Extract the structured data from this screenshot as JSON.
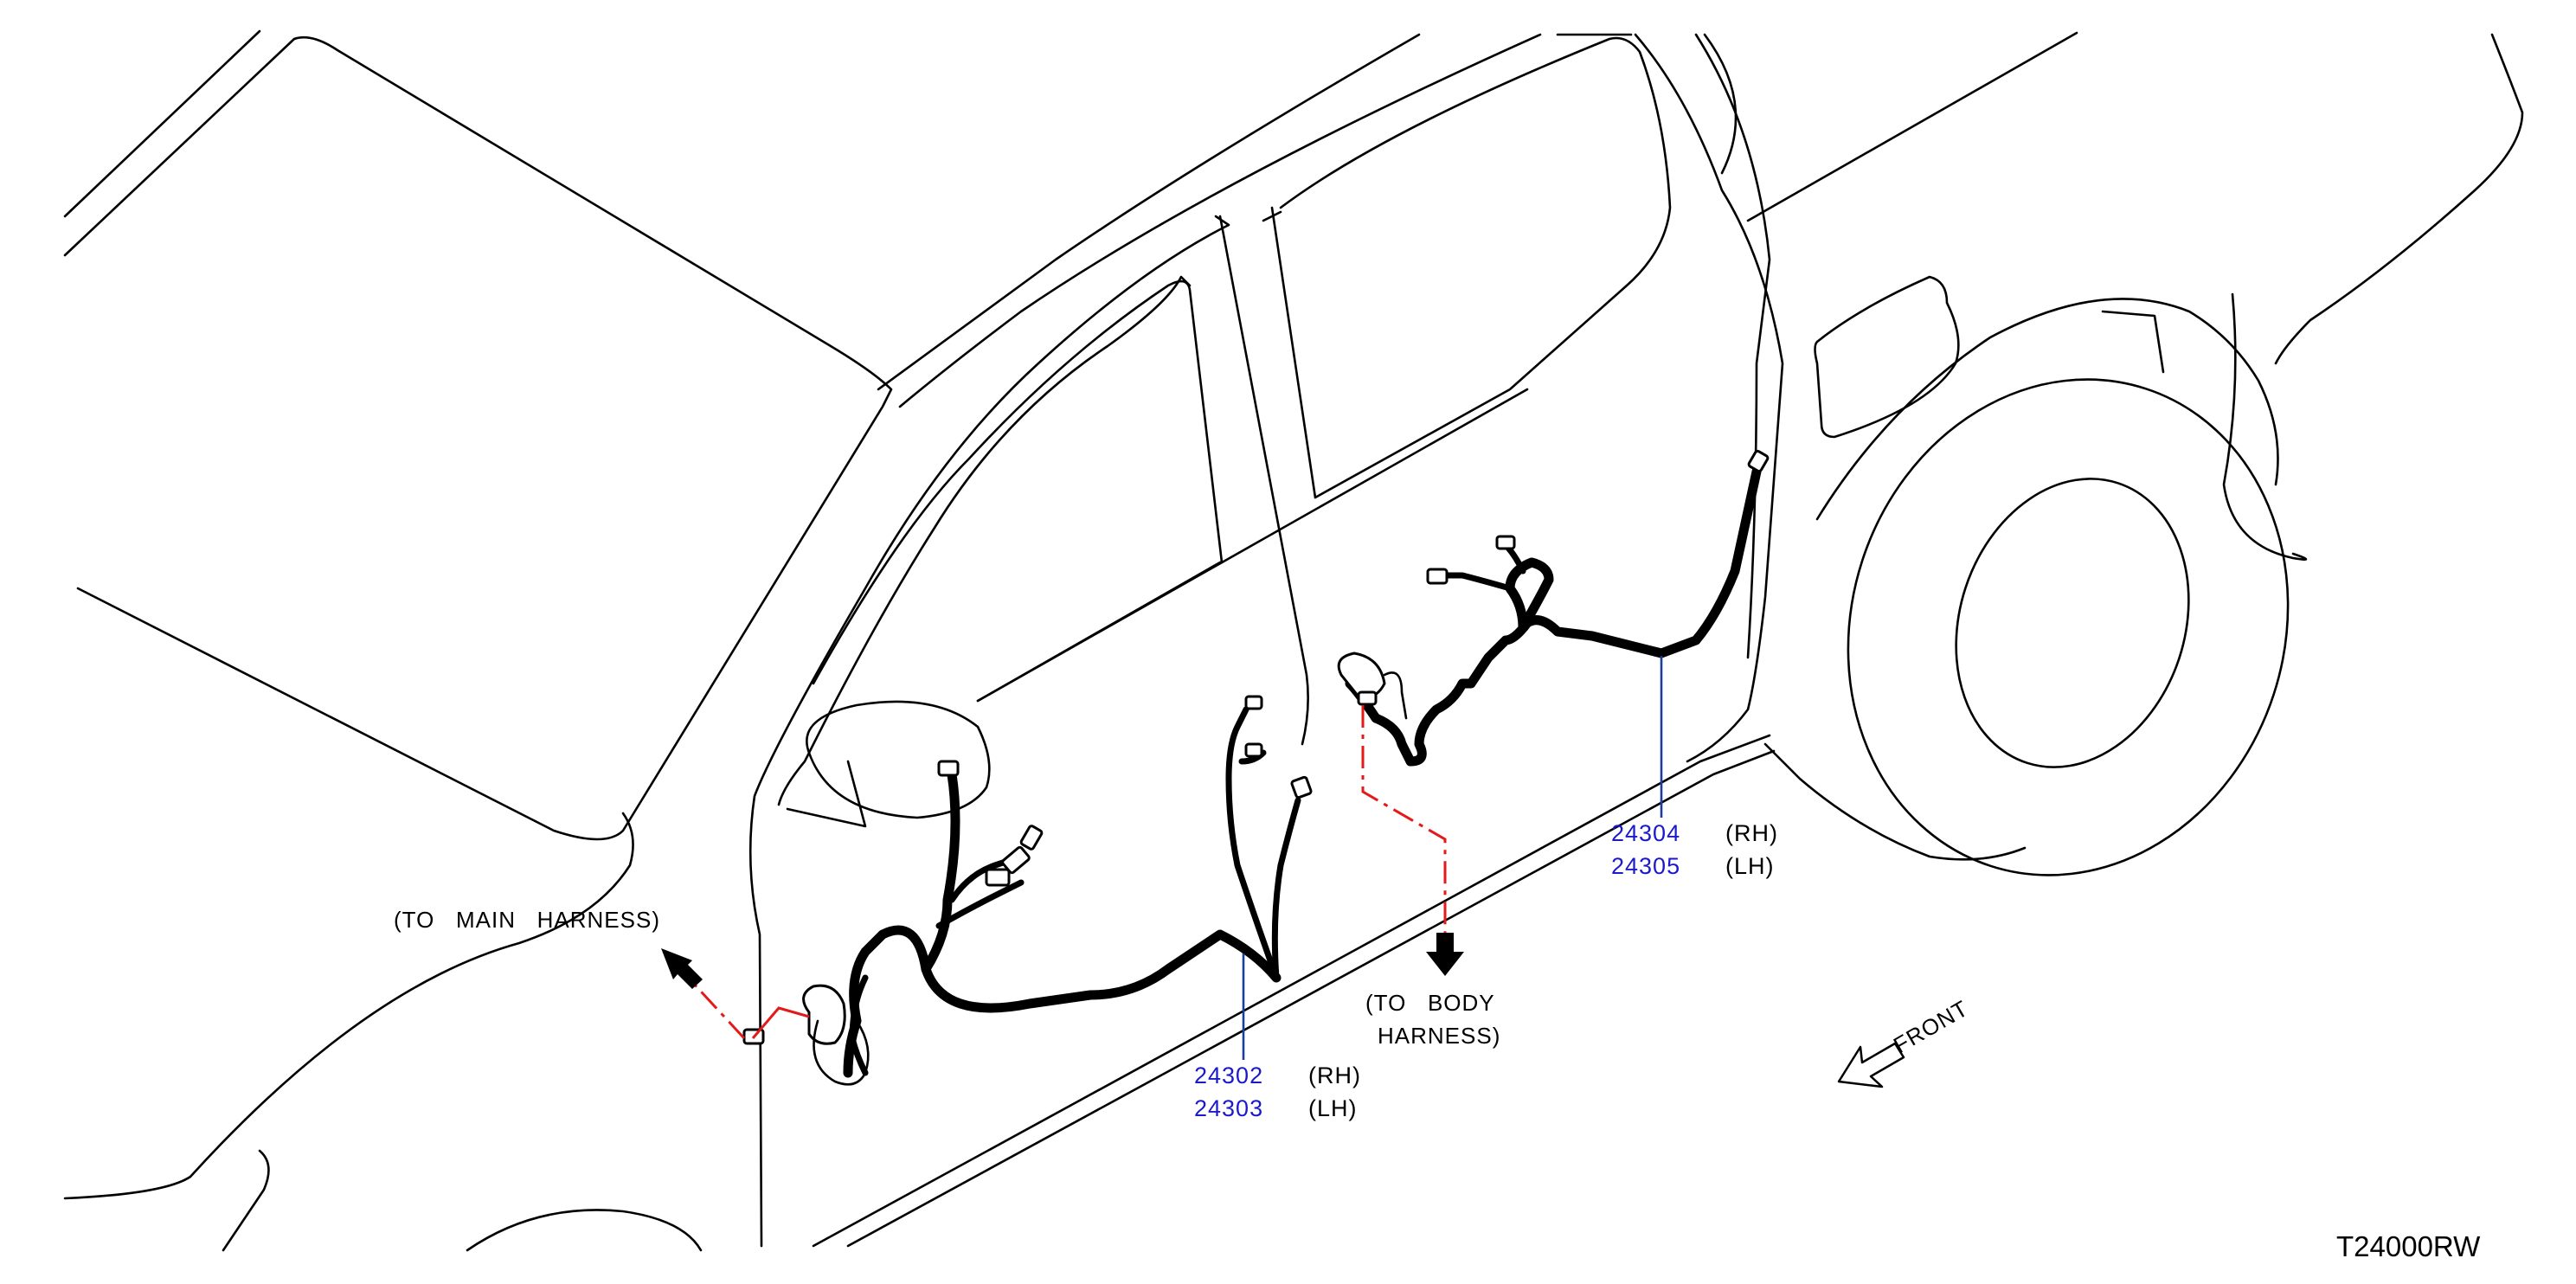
{
  "labels": {
    "to_main_harness": "(TO   MAIN   HARNESS)",
    "to_body_line1": "(TO   BODY",
    "to_body_line2": "HARNESS)",
    "front": "FRONT",
    "figure_code": "T24000RW"
  },
  "parts": {
    "front_door": {
      "rh_number": "24302",
      "rh_side": "(RH)",
      "lh_number": "24303",
      "lh_side": "(LH)"
    },
    "rear_door": {
      "rh_number": "24304",
      "rh_side": "(RH)",
      "lh_number": "24305",
      "lh_side": "(LH)"
    }
  },
  "colors": {
    "part_number": "#1a1acc",
    "leader_red": "#e41a1a",
    "leader_blue": "#1a3f9a",
    "line": "#000000"
  }
}
